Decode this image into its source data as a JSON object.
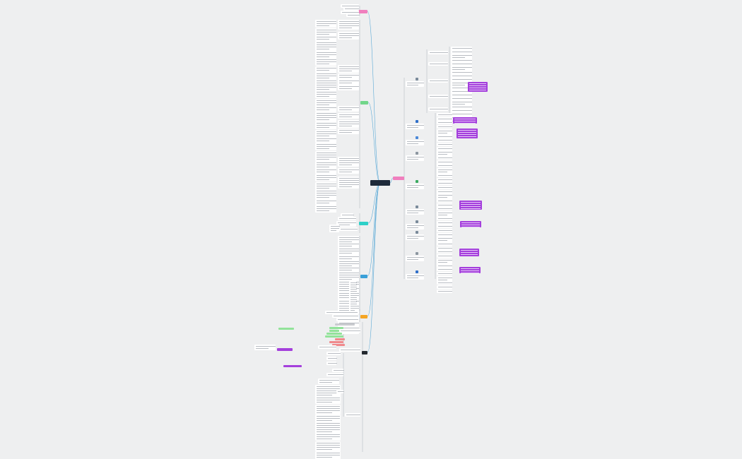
{
  "mindmap": {
    "root_label": "",
    "branches": [
      {
        "id": "pink-top",
        "color": "#f07fbe"
      },
      {
        "id": "green",
        "color": "#72d68a"
      },
      {
        "id": "teal",
        "color": "#2ed0c8"
      },
      {
        "id": "blue",
        "color": "#3aa0d8"
      },
      {
        "id": "orange",
        "color": "#f5a524"
      },
      {
        "id": "dark",
        "color": "#24292f"
      },
      {
        "id": "pink-right",
        "color": "#f07fbe"
      }
    ],
    "colors": {
      "background": "#eeeff0",
      "link": "#5aa9d6",
      "note": "#a43fdc",
      "node_white": "#ffffff",
      "root": "#1e2a3a"
    }
  }
}
